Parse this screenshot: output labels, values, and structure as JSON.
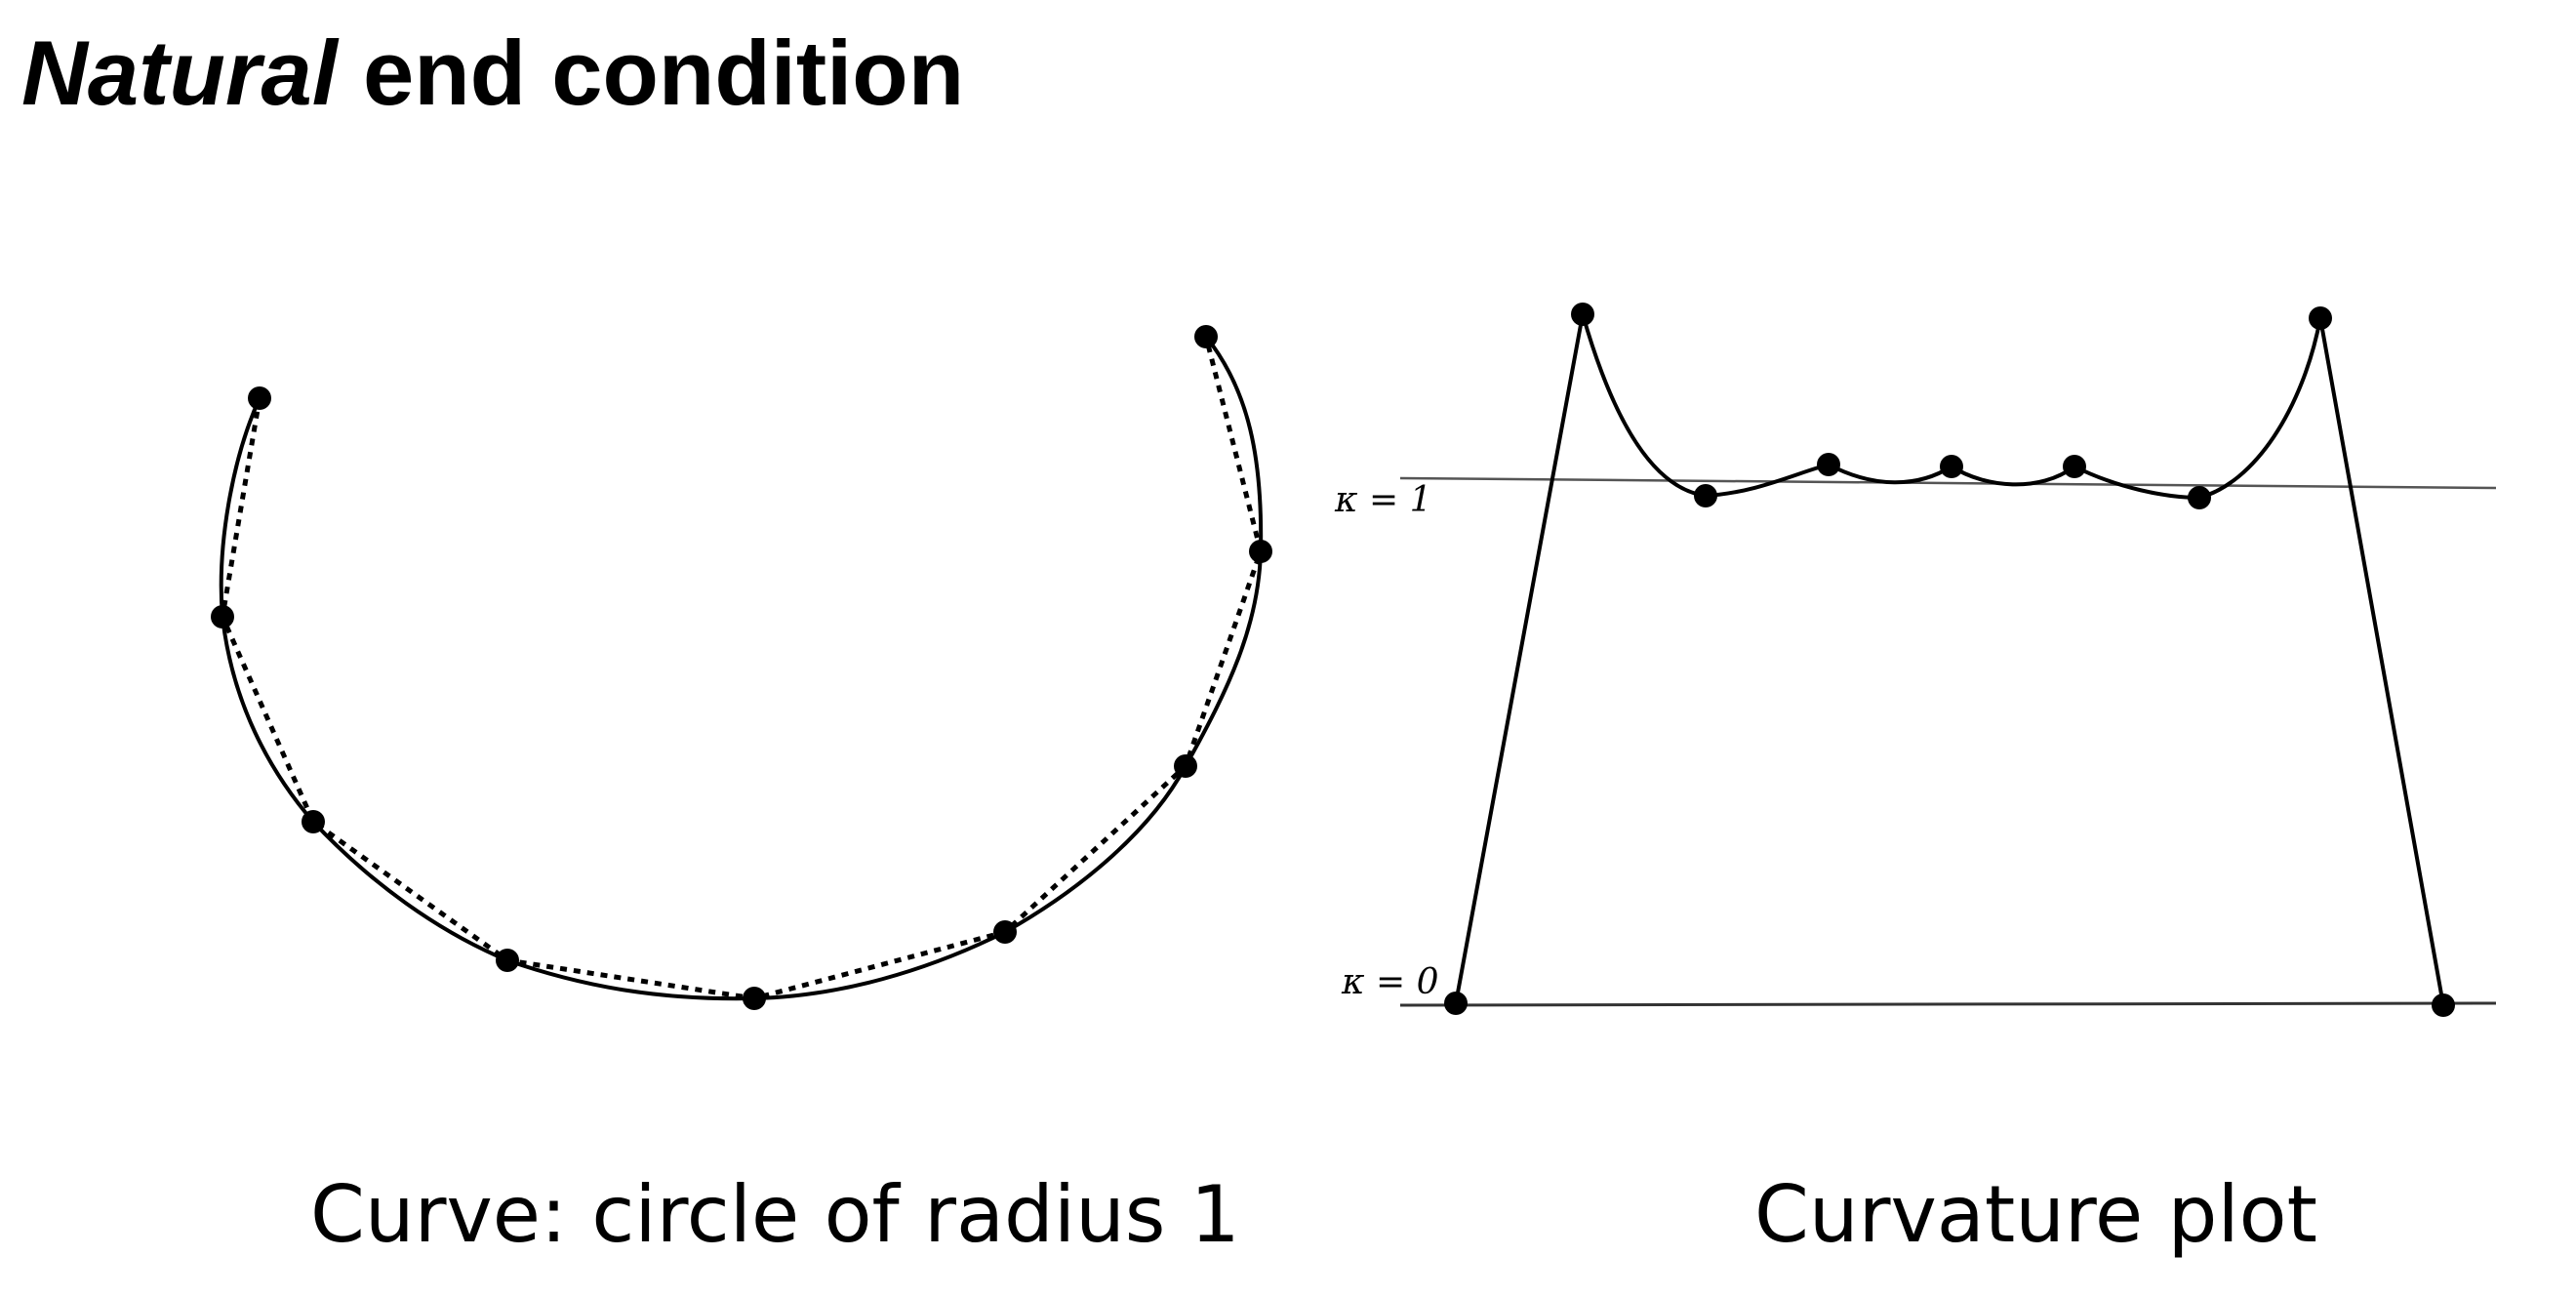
{
  "title": {
    "italic_part": "Natural",
    "rest": " end condition"
  },
  "left_figure": {
    "caption": "Curve: circle of radius 1",
    "num_control_points": 9,
    "polygon_style": "dotted",
    "curve_style": "solid"
  },
  "right_figure": {
    "caption": "Curvature plot",
    "reference_lines": [
      {
        "label": "κ = 1",
        "value": 1
      },
      {
        "label": "κ = 0",
        "value": 0
      }
    ],
    "curvature_samples": [
      0,
      1.3,
      0.97,
      1.03,
      1.03,
      1.03,
      0.97,
      1.3,
      0
    ]
  },
  "colors": {
    "ink": "#000000",
    "background": "#ffffff",
    "reference_line": "#555555"
  }
}
